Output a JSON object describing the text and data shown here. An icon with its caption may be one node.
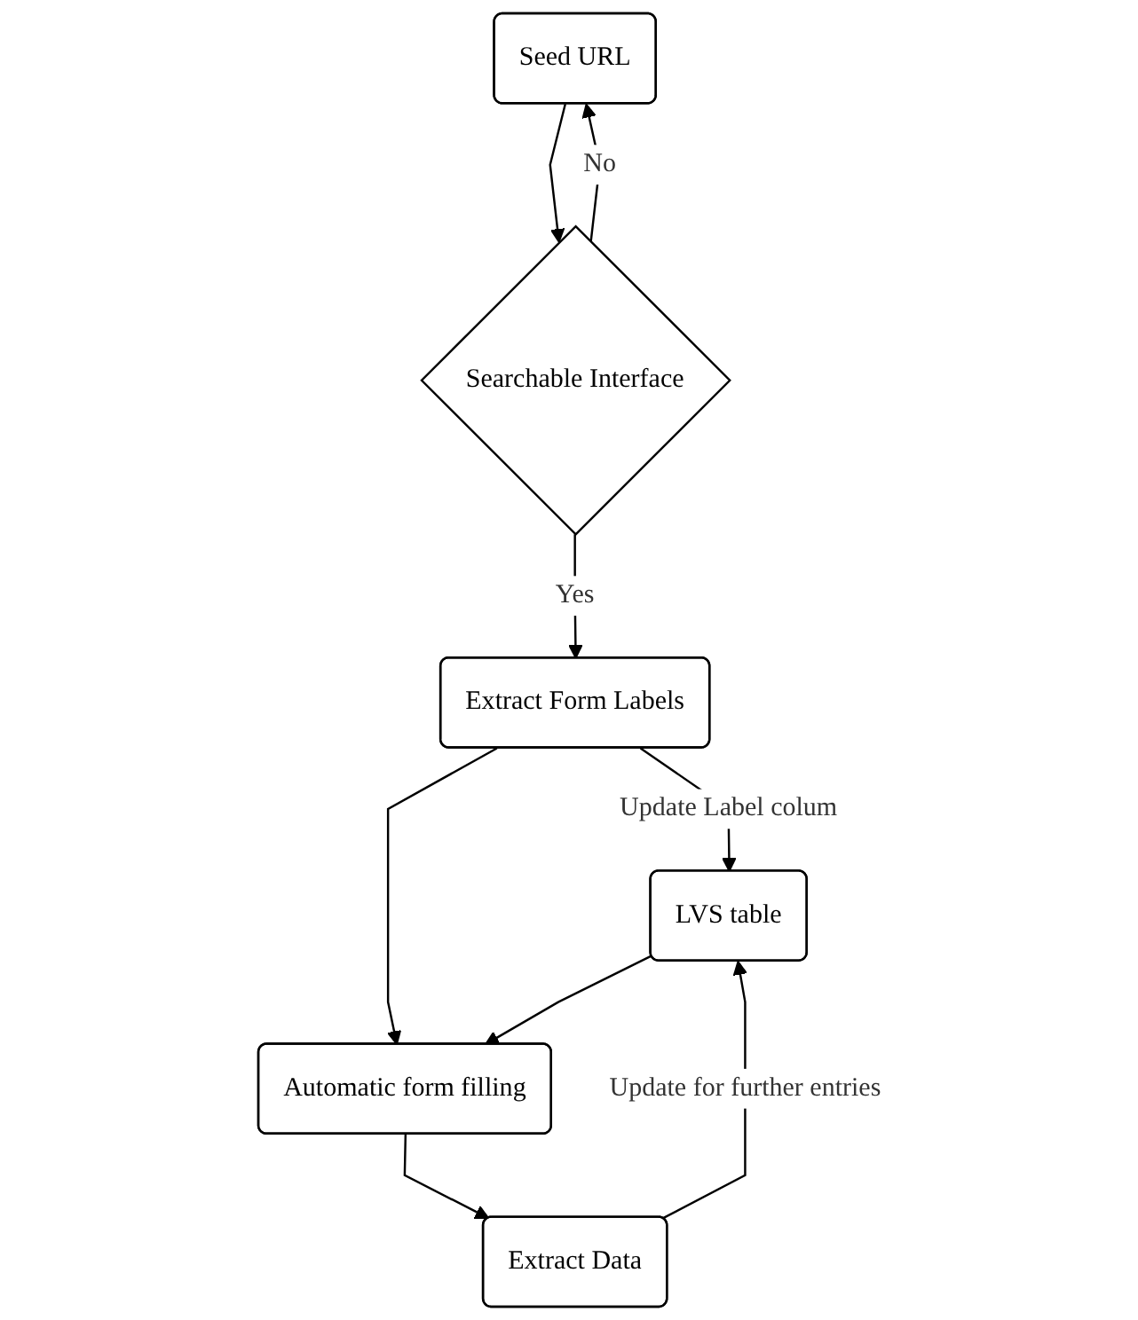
{
  "diagram": {
    "nodes": [
      {
        "text": [
          "Seed URL"
        ]
      },
      {
        "text": [
          "Searchable Interface"
        ]
      },
      {
        "text": [
          "Extract Form Labels"
        ]
      },
      {
        "text": [
          "LVS table"
        ]
      },
      {
        "text": [
          "Automatic form filling"
        ]
      },
      {
        "text": [
          "Extract Data"
        ]
      }
    ],
    "edges": [
      {
        "from": 0,
        "to": 1,
        "arrow": "to"
      },
      {
        "from": 1,
        "to": 0,
        "arrow": "to",
        "label": "No"
      },
      {
        "from": 1,
        "to": 2,
        "arrow": "to",
        "label": "Yes"
      },
      {
        "from": 2,
        "to": 3,
        "arrow": "to",
        "label": "Update Label colum"
      },
      {
        "from": 2,
        "to": 4,
        "arrow": "to"
      },
      {
        "from": 3,
        "to": 4,
        "arrow": "to"
      },
      {
        "from": 4,
        "to": 5,
        "arrow": "to"
      },
      {
        "from": 5,
        "to": 3,
        "arrow": "to",
        "label": "Update for further entries"
      }
    ]
  }
}
